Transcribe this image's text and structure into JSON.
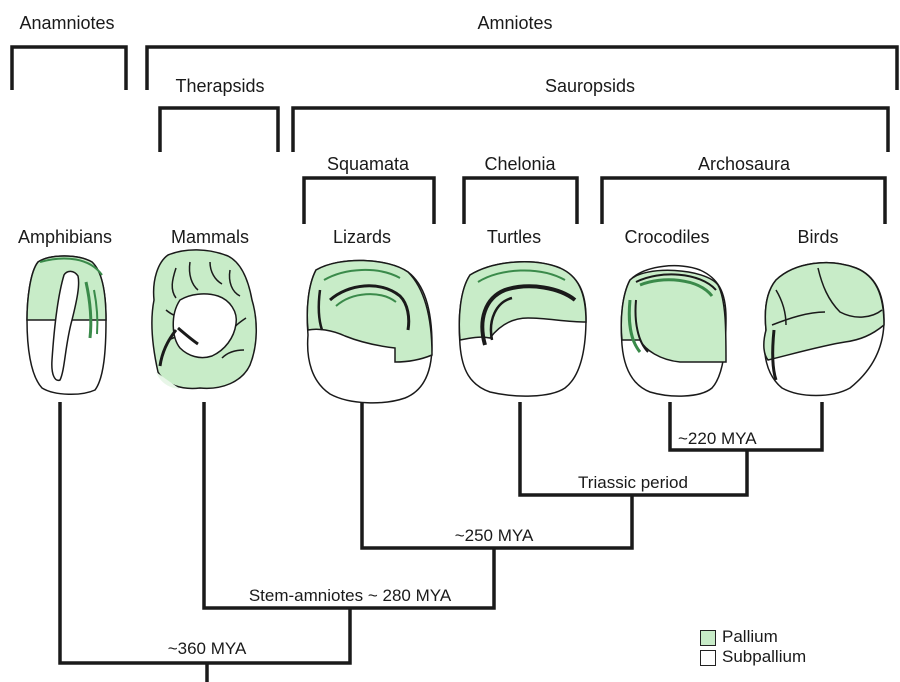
{
  "groups": {
    "anamniotes": "Anamniotes",
    "amniotes": "Amniotes",
    "therapsids": "Therapsids",
    "sauropsids": "Sauropsids",
    "squamata": "Squamata",
    "chelonia": "Chelonia",
    "archosaura": "Archosaura"
  },
  "taxa": {
    "amphibians": "Amphibians",
    "mammals": "Mammals",
    "lizards": "Lizards",
    "turtles": "Turtles",
    "crocodiles": "Crocodiles",
    "birds": "Birds"
  },
  "nodes": {
    "n220": "~220 MYA",
    "triassic": "Triassic period",
    "n250": "~250 MYA",
    "n280": "Stem-amniotes ~ 280 MYA",
    "n360": "~360 MYA"
  },
  "legend": {
    "pallium": "Pallium",
    "subpallium": "Subpallium"
  },
  "colors": {
    "pallium": "#c8ecc8",
    "pallium_line": "#3a8a4a",
    "subpallium": "#ffffff",
    "line": "#1a1a1a"
  }
}
